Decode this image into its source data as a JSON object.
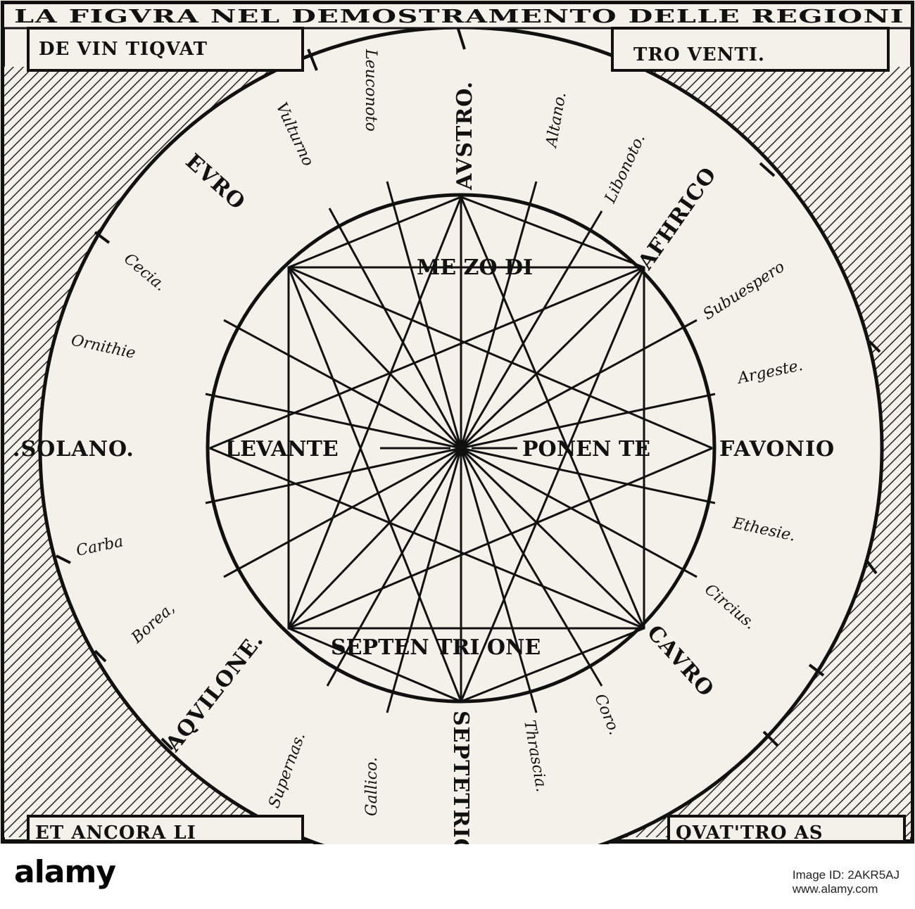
{
  "header": {
    "line1": "LA FIGVRA NEL DEMOSTRAMENTO DELLE REGIONI",
    "line2_left": "DE VIN TIQVAT",
    "line2_right": "TRO VENTI."
  },
  "footer_text": {
    "left": "ET ANCORA LI",
    "right": "QVAT'TRO AS"
  },
  "center_labels": {
    "top": "ME ZO DI",
    "left": "LEVANTE",
    "right": "PONEN TE",
    "bottom": "SEPTEN TRI ONE"
  },
  "outer_labels": {
    "top": "AVSTRO.",
    "left": ".SOLANO.",
    "right": "FAVONIO",
    "bottom": "SEPTETRIONALE",
    "upper_left": "EVRO",
    "upper_right": "AFHRICO",
    "lower_right": "CAVRO",
    "lower_left": "AQVILONE."
  },
  "small_labels": {
    "leuconoto": "Leuconoto",
    "vulturno": "Vulturno",
    "altano": "Altano.",
    "libonoto": "Libonoto.",
    "subuespero": "Subuespero",
    "argeste": "Argeste.",
    "ethesie": "Ethesie.",
    "circius": "Circius.",
    "coro": "Coro.",
    "thrascia": "Thrascia.",
    "gallico": "Gallico.",
    "supernas": "Supernas.",
    "borea": "Borea,",
    "carba": "Carba",
    "ornithie": "Ornithie",
    "cecia": "Cecia."
  },
  "footer": {
    "brand": "alamy",
    "image_id": "Image ID: 2AKR5AJ",
    "url": "www.alamy.com"
  }
}
